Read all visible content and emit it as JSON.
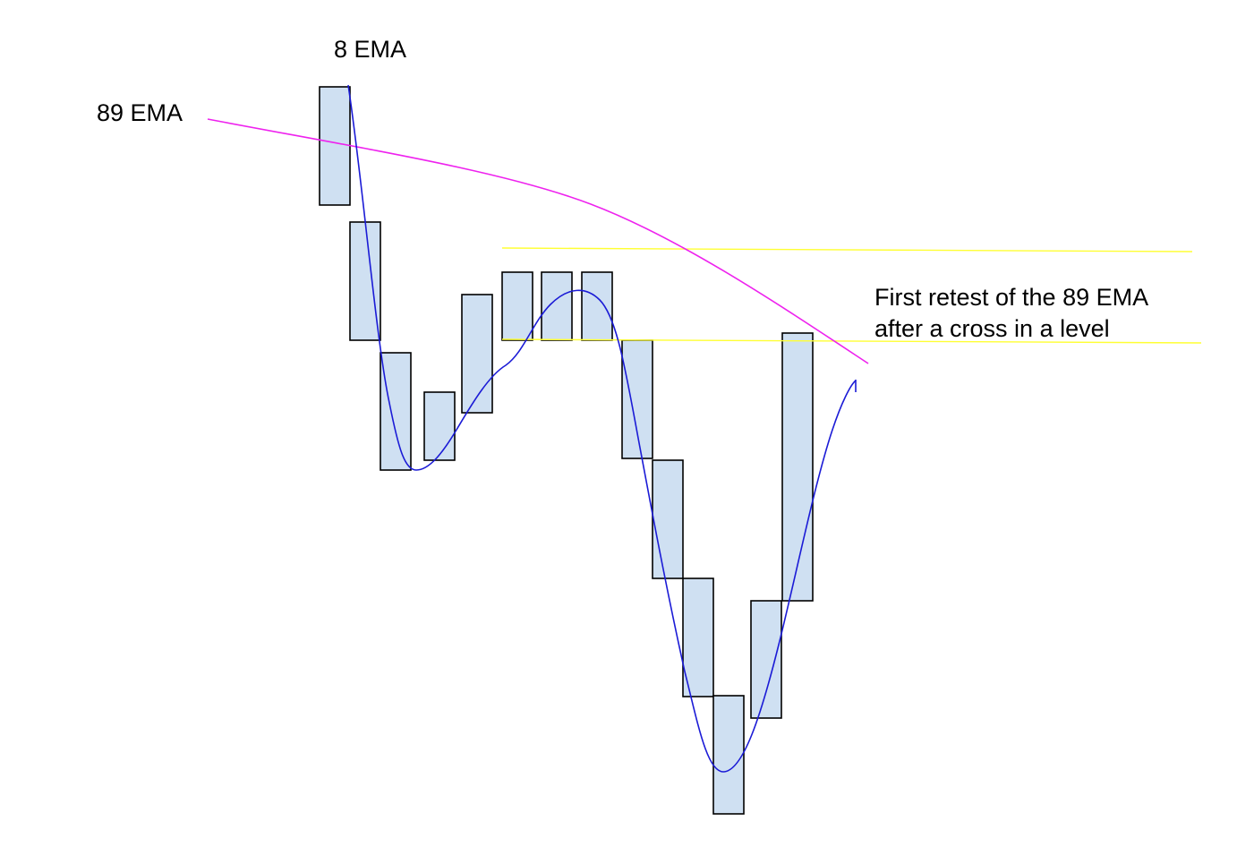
{
  "labels": {
    "ema_fast": "8 EMA",
    "ema_slow": "89 EMA"
  },
  "annotation": {
    "line1": "First retest of the 89 EMA",
    "line2": "after a cross in a level"
  },
  "colors": {
    "bar_fill": "#cfe0f2",
    "bar_stroke": "#000000",
    "ema_fast": "#1b1bd6",
    "ema_slow": "#ee22ee",
    "level": "#ffff33",
    "text": "#000000"
  }
}
